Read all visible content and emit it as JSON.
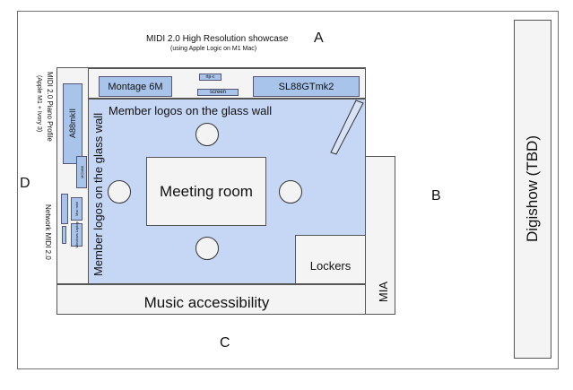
{
  "title": {
    "line1": "MIDI 2.0 High Resolution showcase",
    "line2": "(using Apple Logic on M1 Mac)"
  },
  "zones": {
    "a": "A",
    "b": "B",
    "c": "C",
    "d": "D"
  },
  "top_bar": {
    "montage": "Montage 6M",
    "midi_small": "rtp-c",
    "screen": "screen",
    "sl88": "SL88GTmk2"
  },
  "left_side": {
    "a88": "A88mkII",
    "piano_profile_1": "MIDI 2.0 Piano Profile",
    "piano_profile_2": "(Apple M1 + Ivory 3)",
    "network_midi": "Network MIDI 2.0",
    "mini_a": "MCM88",
    "mini_b": "Mac mini",
    "mini_c": "Windows Laptop"
  },
  "room": {
    "logos_top": "Member logos on the glass wall",
    "logos_left": "Member logos on the glass wall",
    "meeting": "Meeting room",
    "lockers": "Lockers"
  },
  "bottom": {
    "music_access": "Music accessibility",
    "mia": "MIA"
  },
  "right": {
    "digishow": "Digishow (TBD)"
  }
}
